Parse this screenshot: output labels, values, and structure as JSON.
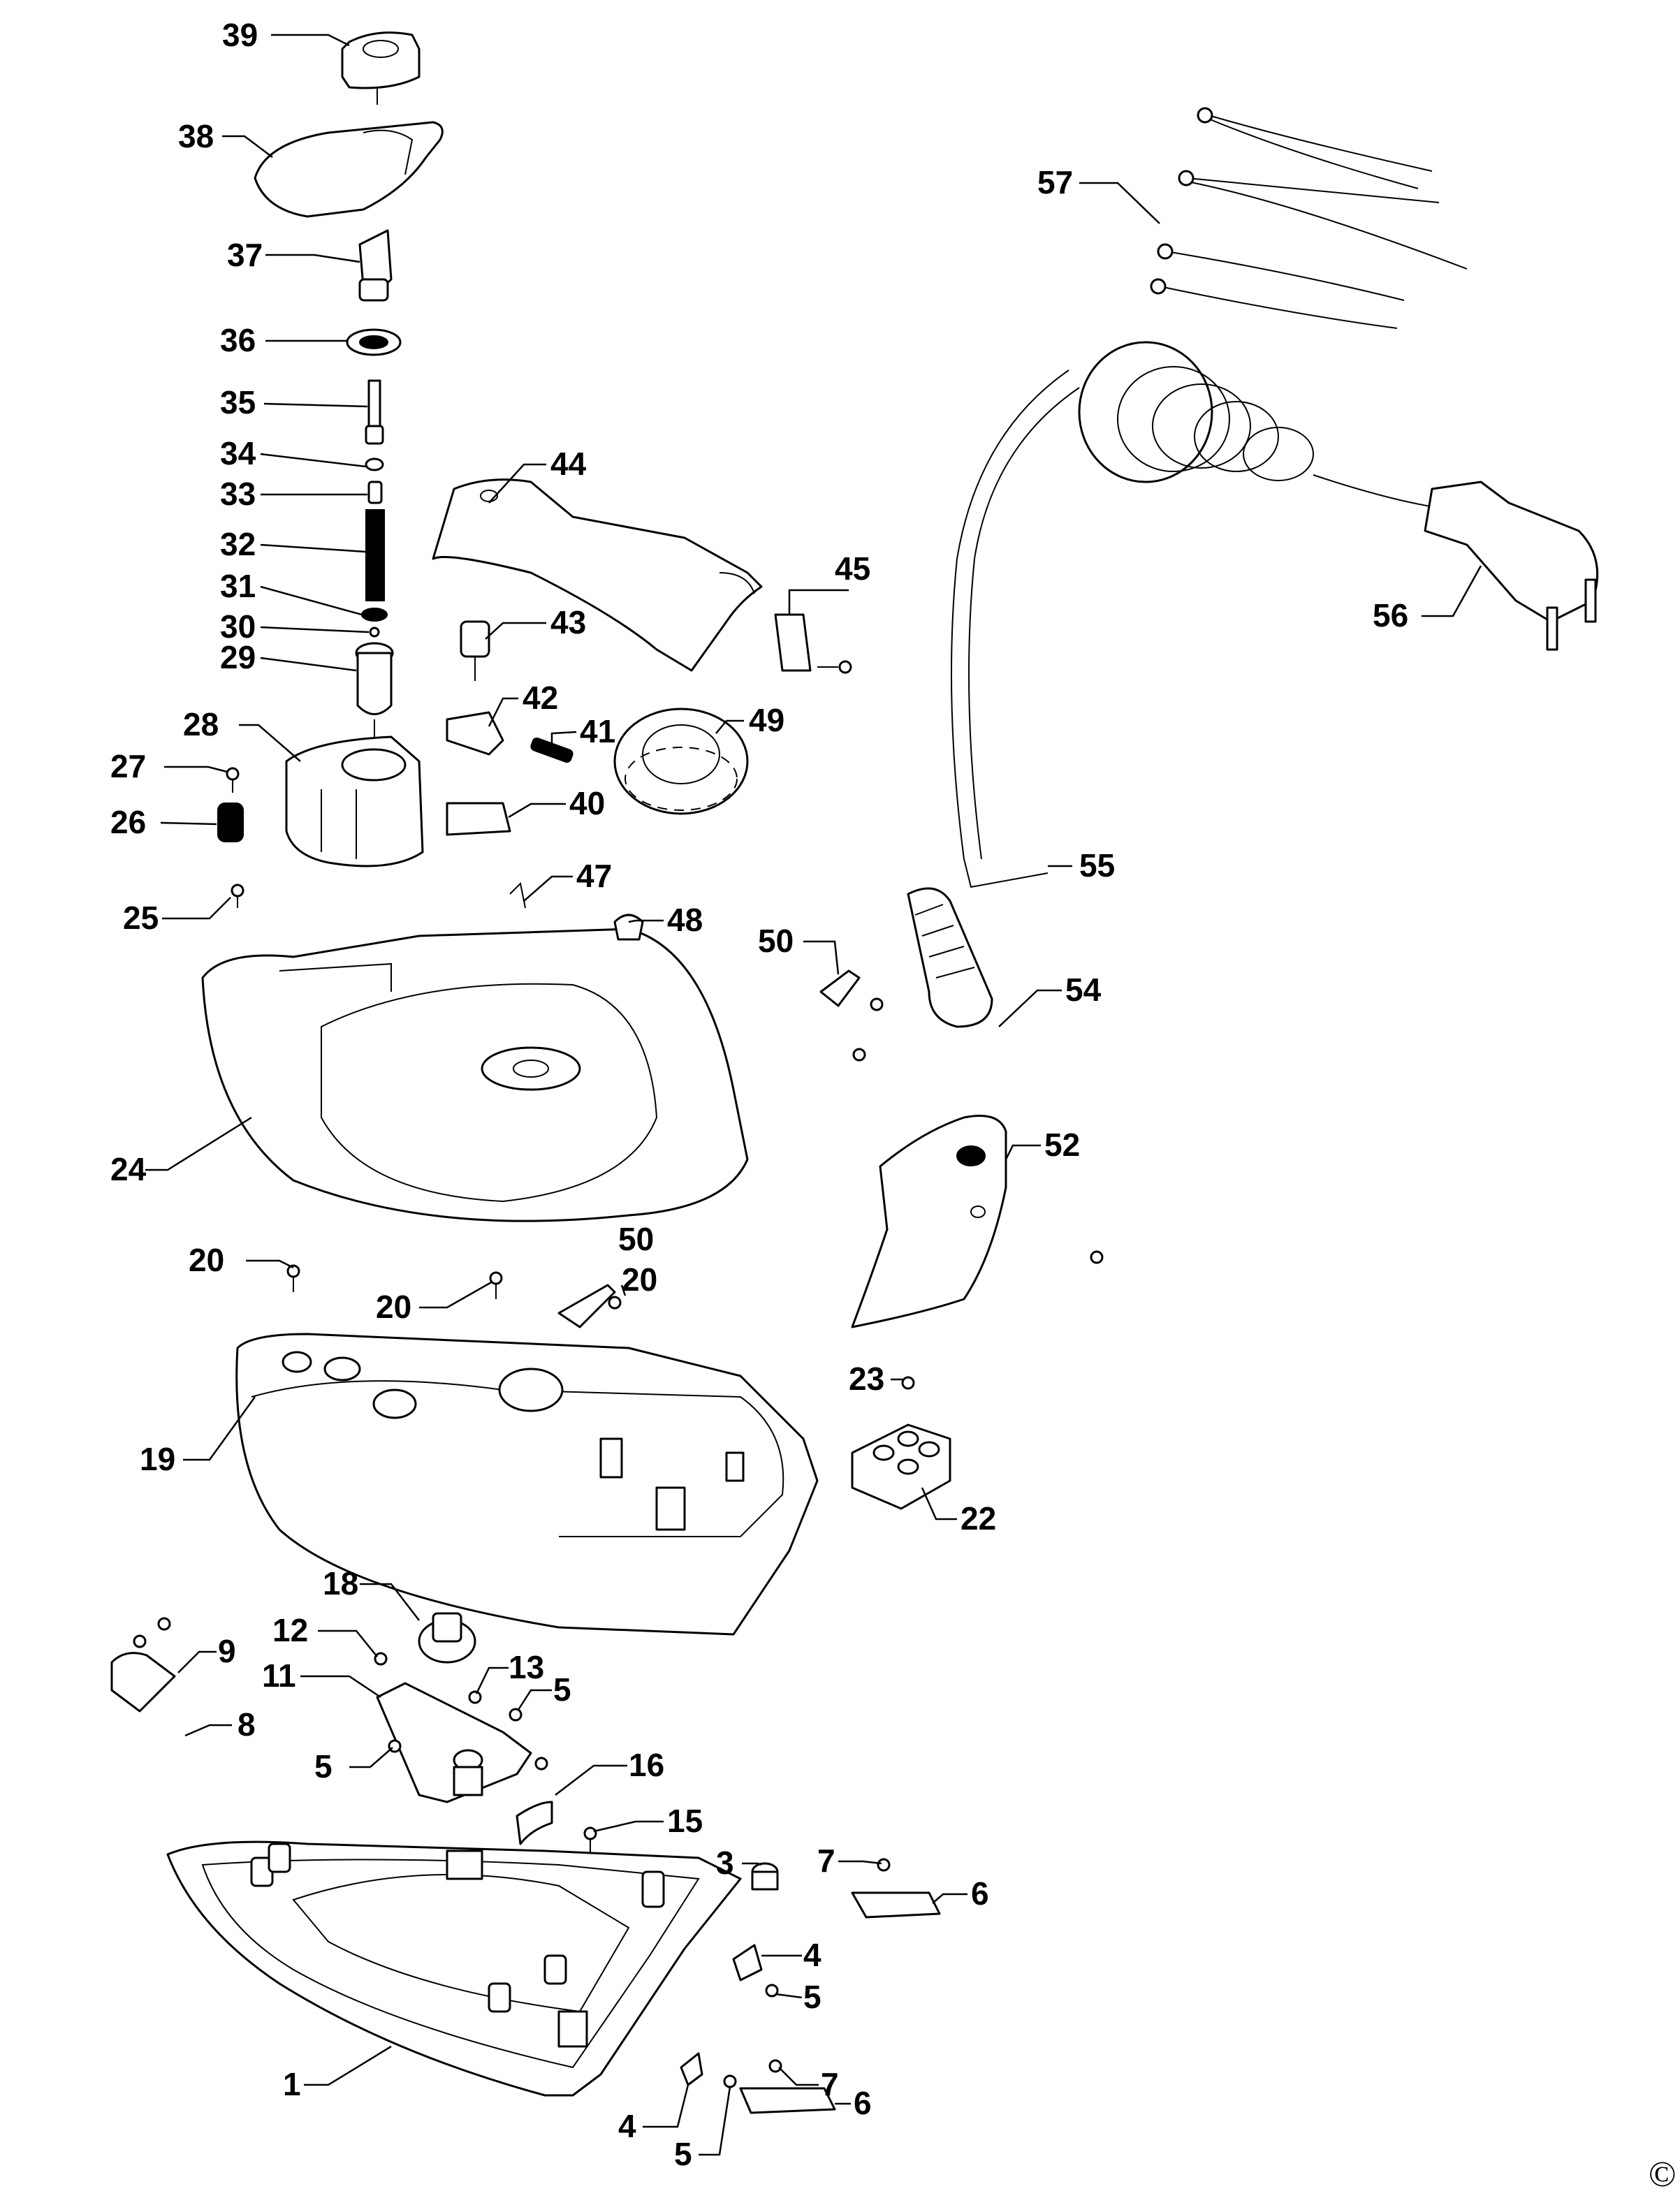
{
  "diagram": {
    "parts": [
      {
        "key": "p1",
        "label": "1"
      },
      {
        "key": "p3",
        "label": "3"
      },
      {
        "key": "p4a",
        "label": "4"
      },
      {
        "key": "p4b",
        "label": "4"
      },
      {
        "key": "p5a",
        "label": "5"
      },
      {
        "key": "p5b",
        "label": "5"
      },
      {
        "key": "p5c",
        "label": "5"
      },
      {
        "key": "p5d",
        "label": "5"
      },
      {
        "key": "p6a",
        "label": "6"
      },
      {
        "key": "p6b",
        "label": "6"
      },
      {
        "key": "p7a",
        "label": "7"
      },
      {
        "key": "p7b",
        "label": "7"
      },
      {
        "key": "p8",
        "label": "8"
      },
      {
        "key": "p9",
        "label": "9"
      },
      {
        "key": "p11",
        "label": "11"
      },
      {
        "key": "p12",
        "label": "12"
      },
      {
        "key": "p13",
        "label": "13"
      },
      {
        "key": "p15",
        "label": "15"
      },
      {
        "key": "p16",
        "label": "16"
      },
      {
        "key": "p18",
        "label": "18"
      },
      {
        "key": "p19",
        "label": "19"
      },
      {
        "key": "p20a",
        "label": "20"
      },
      {
        "key": "p20b",
        "label": "20"
      },
      {
        "key": "p20c",
        "label": "20"
      },
      {
        "key": "p22",
        "label": "22"
      },
      {
        "key": "p23",
        "label": "23"
      },
      {
        "key": "p24",
        "label": "24"
      },
      {
        "key": "p25",
        "label": "25"
      },
      {
        "key": "p26",
        "label": "26"
      },
      {
        "key": "p27",
        "label": "27"
      },
      {
        "key": "p28",
        "label": "28"
      },
      {
        "key": "p29",
        "label": "29"
      },
      {
        "key": "p30",
        "label": "30"
      },
      {
        "key": "p31",
        "label": "31"
      },
      {
        "key": "p32",
        "label": "32"
      },
      {
        "key": "p33",
        "label": "33"
      },
      {
        "key": "p34",
        "label": "34"
      },
      {
        "key": "p35",
        "label": "35"
      },
      {
        "key": "p36",
        "label": "36"
      },
      {
        "key": "p37",
        "label": "37"
      },
      {
        "key": "p38",
        "label": "38"
      },
      {
        "key": "p39",
        "label": "39"
      },
      {
        "key": "p40",
        "label": "40"
      },
      {
        "key": "p41",
        "label": "41"
      },
      {
        "key": "p42",
        "label": "42"
      },
      {
        "key": "p43",
        "label": "43"
      },
      {
        "key": "p44",
        "label": "44"
      },
      {
        "key": "p45",
        "label": "45"
      },
      {
        "key": "p47",
        "label": "47"
      },
      {
        "key": "p48",
        "label": "48"
      },
      {
        "key": "p49",
        "label": "49"
      },
      {
        "key": "p50a",
        "label": "50"
      },
      {
        "key": "p50b",
        "label": "50"
      },
      {
        "key": "p52",
        "label": "52"
      },
      {
        "key": "p54",
        "label": "54"
      },
      {
        "key": "p55",
        "label": "55"
      },
      {
        "key": "p56",
        "label": "56"
      },
      {
        "key": "p57",
        "label": "57"
      }
    ],
    "copyright_mark": "©"
  }
}
